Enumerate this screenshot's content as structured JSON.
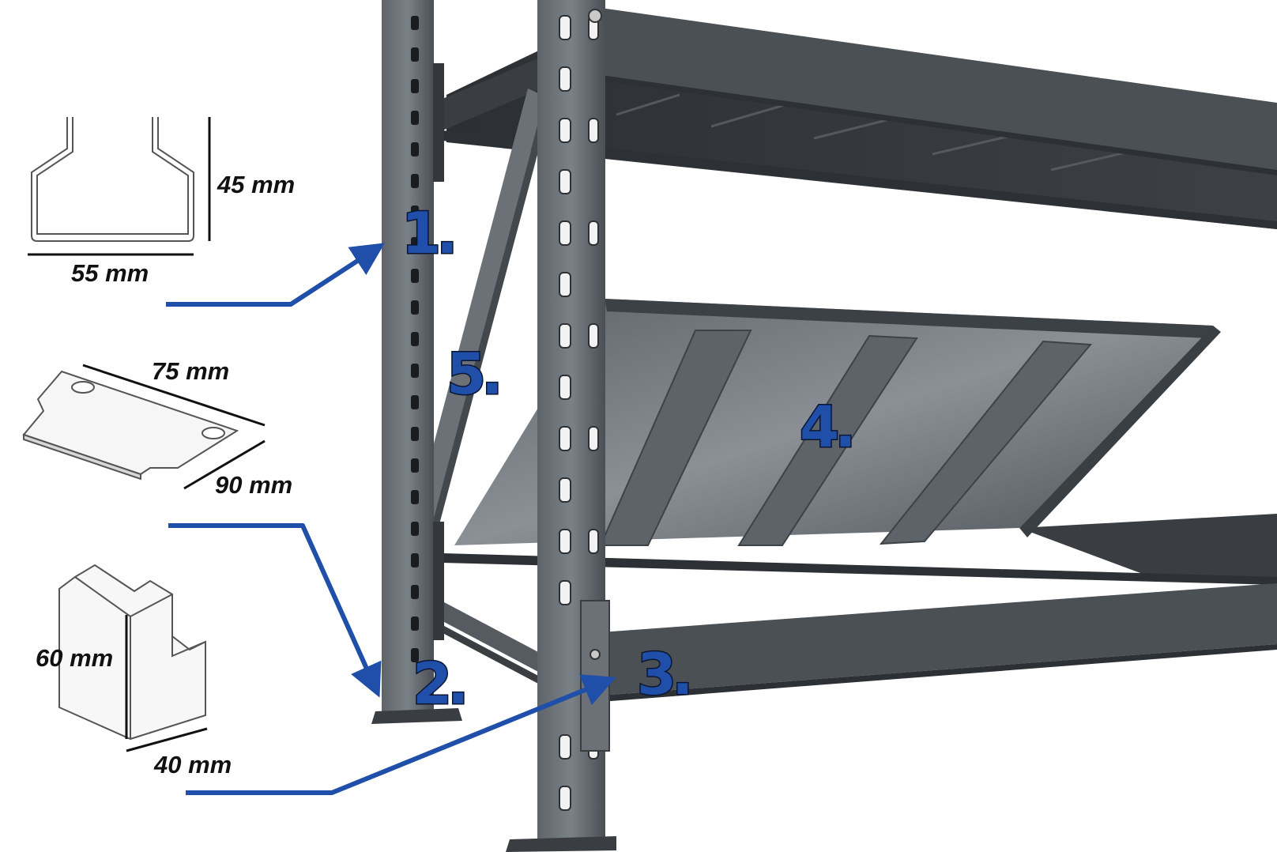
{
  "dimensions": {
    "profile_height": "45 mm",
    "profile_width": "55 mm",
    "footplate_length": "75 mm",
    "footplate_width": "90 mm",
    "connector_height": "60 mm",
    "connector_width": "40 mm"
  },
  "callouts": {
    "upright": "1.",
    "foot": "2.",
    "beam": "3.",
    "shelf_panel": "4.",
    "brace": "5."
  },
  "colors": {
    "frame": "#4b5055",
    "frame_dark": "#2d3034",
    "frame_light": "#7c8389",
    "arrow": "#1f4fa8",
    "callout_fill": "#1f4fa8",
    "callout_outline": "#0b1633"
  }
}
